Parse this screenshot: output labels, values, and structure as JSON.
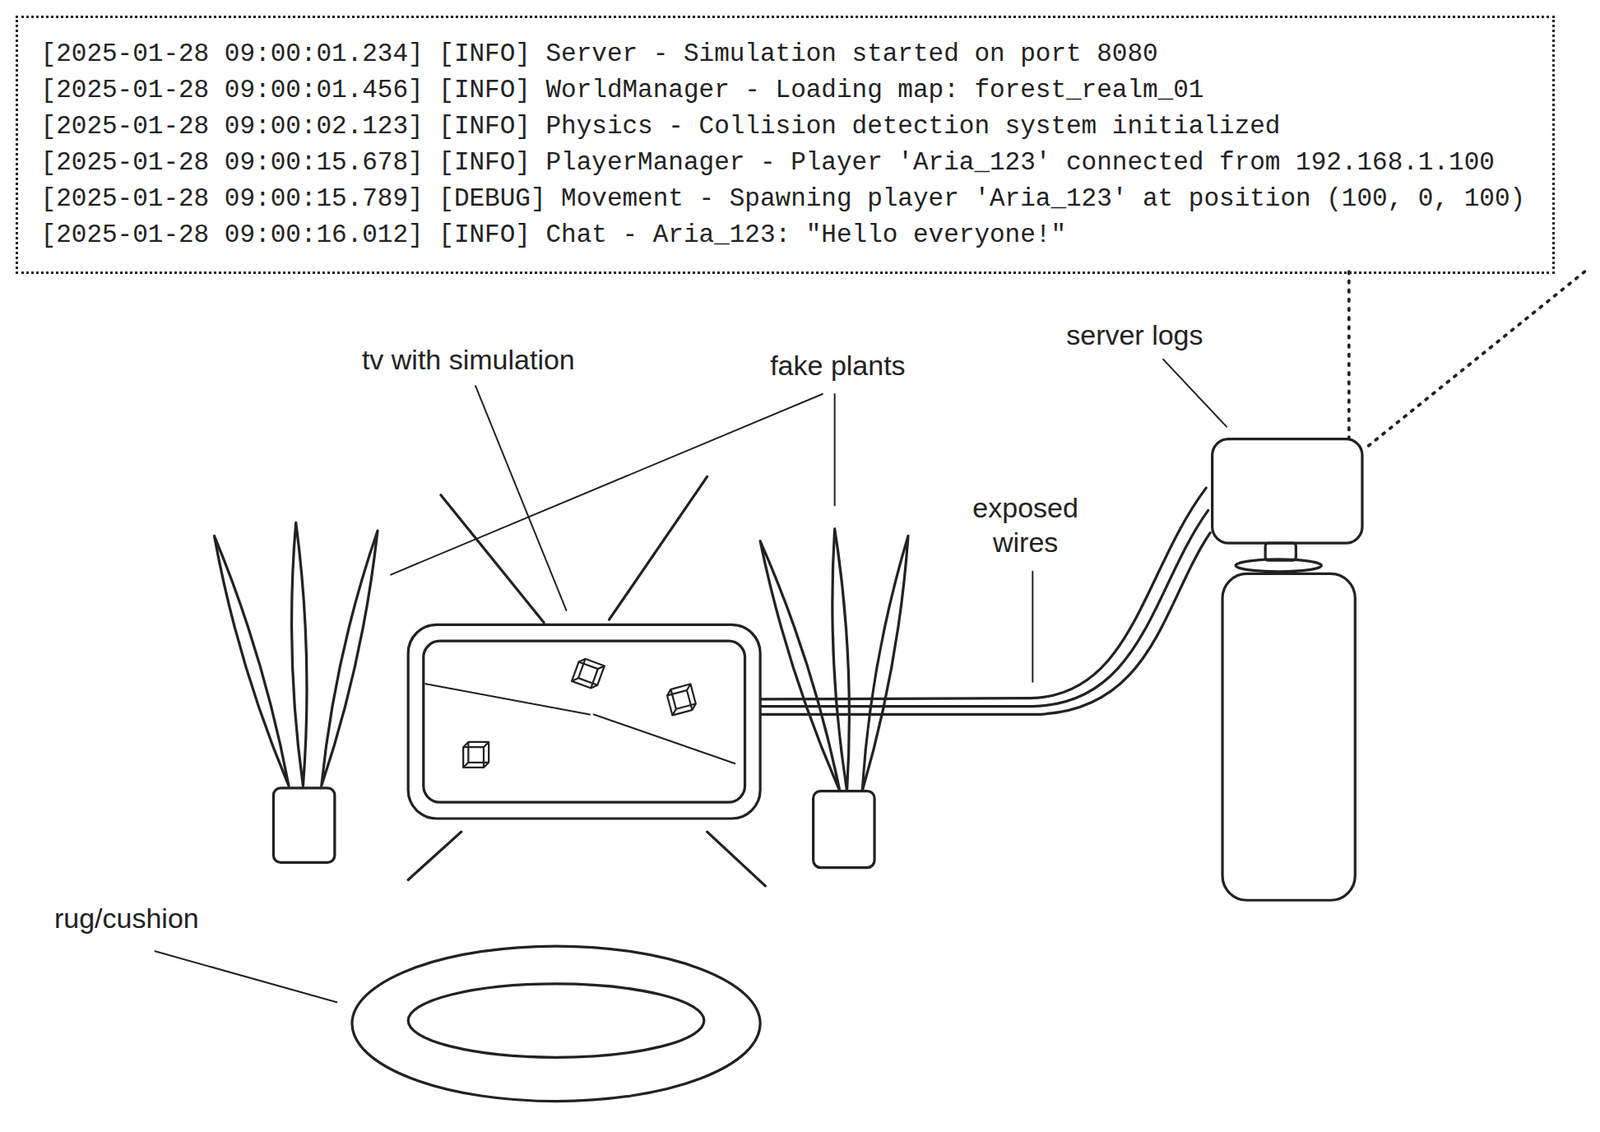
{
  "diagram": {
    "nodes": [
      {
        "text": [
          "[2025-01-28 09:00:01.234] [INFO] Server - Simulation started on port 8080",
          "[2025-01-28 09:00:01.456] [INFO] WorldManager - Loading map: forest_realm_01",
          "[2025-01-28 09:00:02.123] [INFO] Physics - Collision detection system initialized",
          "[2025-01-28 09:00:15.678] [INFO] PlayerManager - Player 'Aria_123' connected from 192.168.1.100",
          "[2025-01-28 09:00:15.789] [DEBUG] Movement - Spawning player 'Aria_123' at position (100, 0, 100)",
          "[2025-01-28 09:00:16.012] [INFO] Chat - Aria_123: \"Hello everyone!\""
        ]
      }
    ],
    "labels": [
      "tv with simulation",
      "fake plants",
      "server logs",
      "exposed wires",
      "rug/cushion"
    ]
  }
}
